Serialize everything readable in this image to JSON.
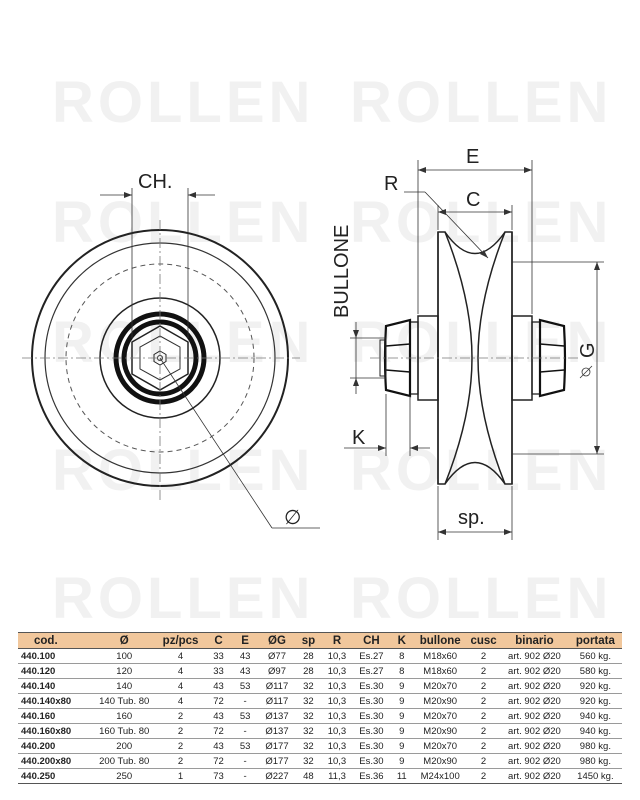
{
  "watermark": "ROLLEN",
  "labels": {
    "ch": "CH.",
    "e": "E",
    "r": "R",
    "c": "C",
    "bullone": "BULLONE",
    "g": "G",
    "k": "K",
    "sp": "sp.",
    "diameter": "∅"
  },
  "table": {
    "headers": [
      "cod.",
      "Ø",
      "pz/pcs",
      "C",
      "E",
      "ØG",
      "sp",
      "R",
      "CH",
      "K",
      "bullone",
      "cusc",
      "binario",
      "portata"
    ],
    "rows": [
      [
        "440.100",
        "100",
        "4",
        "33",
        "43",
        "Ø77",
        "28",
        "10,3",
        "Es.27",
        "8",
        "M18x60",
        "2",
        "art. 902 Ø20",
        "560 kg."
      ],
      [
        "440.120",
        "120",
        "4",
        "33",
        "43",
        "Ø97",
        "28",
        "10,3",
        "Es.27",
        "8",
        "M18x60",
        "2",
        "art. 902 Ø20",
        "580 kg."
      ],
      [
        "440.140",
        "140",
        "4",
        "43",
        "53",
        "Ø117",
        "32",
        "10,3",
        "Es.30",
        "9",
        "M20x70",
        "2",
        "art. 902 Ø20",
        "920 kg."
      ],
      [
        "440.140x80",
        "140 Tub. 80",
        "4",
        "72",
        "-",
        "Ø117",
        "32",
        "10,3",
        "Es.30",
        "9",
        "M20x90",
        "2",
        "art. 902 Ø20",
        "920 kg."
      ],
      [
        "440.160",
        "160",
        "2",
        "43",
        "53",
        "Ø137",
        "32",
        "10,3",
        "Es.30",
        "9",
        "M20x70",
        "2",
        "art. 902 Ø20",
        "940 kg."
      ],
      [
        "440.160x80",
        "160 Tub. 80",
        "2",
        "72",
        "-",
        "Ø137",
        "32",
        "10,3",
        "Es.30",
        "9",
        "M20x90",
        "2",
        "art. 902 Ø20",
        "940 kg."
      ],
      [
        "440.200",
        "200",
        "2",
        "43",
        "53",
        "Ø177",
        "32",
        "10,3",
        "Es.30",
        "9",
        "M20x70",
        "2",
        "art. 902 Ø20",
        "980 kg."
      ],
      [
        "440.200x80",
        "200 Tub. 80",
        "2",
        "72",
        "-",
        "Ø177",
        "32",
        "10,3",
        "Es.30",
        "9",
        "M20x90",
        "2",
        "art. 902 Ø20",
        "980 kg."
      ],
      [
        "440.250",
        "250",
        "1",
        "73",
        "-",
        "Ø227",
        "48",
        "11,3",
        "Es.36",
        "11",
        "M24x100",
        "2",
        "art. 902 Ø20",
        "1450 kg."
      ]
    ]
  }
}
